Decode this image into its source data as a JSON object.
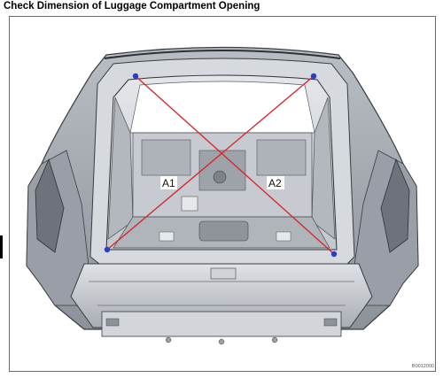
{
  "header": {
    "title": "Check Dimension of Luggage Compartment Opening"
  },
  "labels": {
    "a1": "A1",
    "a2": "A2"
  },
  "figure": {
    "code": "B0012000"
  },
  "colors": {
    "measure_line": "#d42a33",
    "point": "#2b3fc0",
    "body_dark": "#7b7f87",
    "body_light": "#c9cdd3"
  }
}
